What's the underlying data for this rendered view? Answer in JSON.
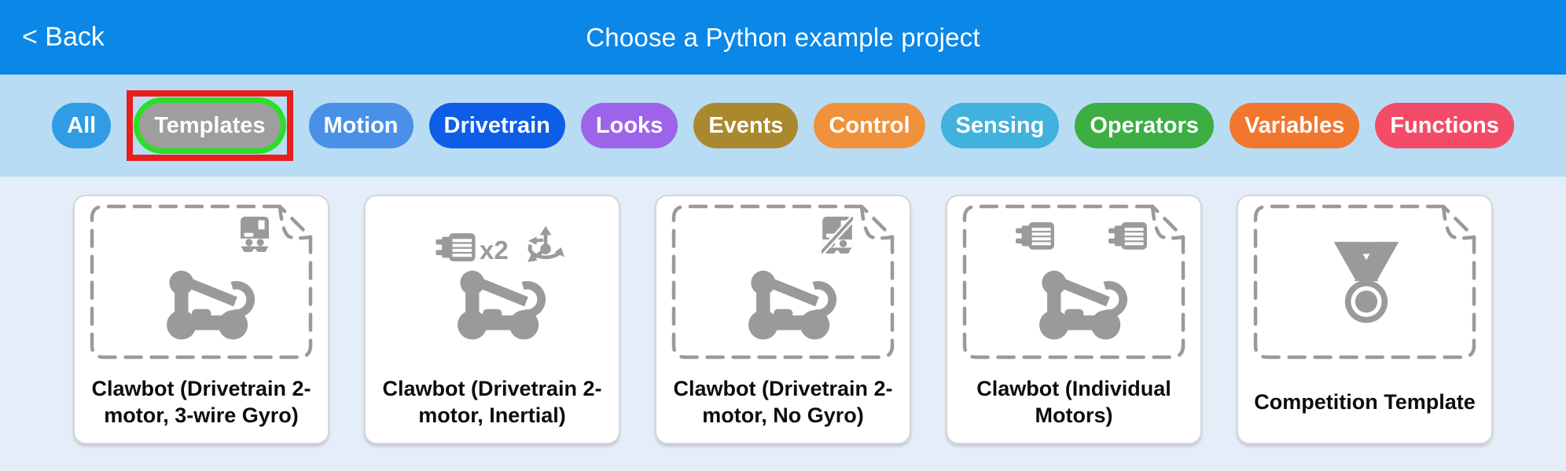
{
  "header": {
    "back_label": "< Back",
    "title": "Choose a Python example project",
    "background": "#0b87e7",
    "text_color": "#ffffff"
  },
  "filter_bar": {
    "background": "#b8dcf4",
    "selection": {
      "selected_label": "Templates",
      "ring_color": "#2adf26",
      "highlight_box_color": "#ea1d1d"
    },
    "items": [
      {
        "label": "All",
        "color": "#319ce6"
      },
      {
        "label": "Templates",
        "color": "#9e9e9e"
      },
      {
        "label": "Motion",
        "color": "#4a90e8"
      },
      {
        "label": "Drivetrain",
        "color": "#0d5de7"
      },
      {
        "label": "Looks",
        "color": "#9d64e9"
      },
      {
        "label": "Events",
        "color": "#aa882d"
      },
      {
        "label": "Control",
        "color": "#f0923c"
      },
      {
        "label": "Sensing",
        "color": "#41b1dd"
      },
      {
        "label": "Operators",
        "color": "#3cae44"
      },
      {
        "label": "Variables",
        "color": "#f1772e"
      },
      {
        "label": "Functions",
        "color": "#f34b68"
      }
    ]
  },
  "content": {
    "background": "#e5edf8",
    "icon_color": "#9a9a9a"
  },
  "cards": [
    {
      "title": "Clawbot (Drivetrain 2-motor, 3-wire Gyro)",
      "template_frame": true,
      "icons": [
        "gyro-sensor-icon",
        "clawbot-robot-icon"
      ]
    },
    {
      "title": "Clawbot (Drivetrain 2-motor, Inertial)",
      "template_frame": false,
      "motor_count_label": "x2",
      "icons": [
        "motor-icon",
        "inertial-sensor-icon",
        "clawbot-robot-icon"
      ]
    },
    {
      "title": "Clawbot (Drivetrain 2-motor, No Gyro)",
      "template_frame": true,
      "icons": [
        "no-gyro-icon",
        "clawbot-robot-icon"
      ]
    },
    {
      "title": "Clawbot (Individual Motors)",
      "template_frame": true,
      "icons": [
        "left-motor-icon",
        "right-motor-icon",
        "clawbot-robot-icon"
      ]
    },
    {
      "title": "Competition Template",
      "template_frame": true,
      "icons": [
        "competition-medal-icon"
      ]
    }
  ]
}
